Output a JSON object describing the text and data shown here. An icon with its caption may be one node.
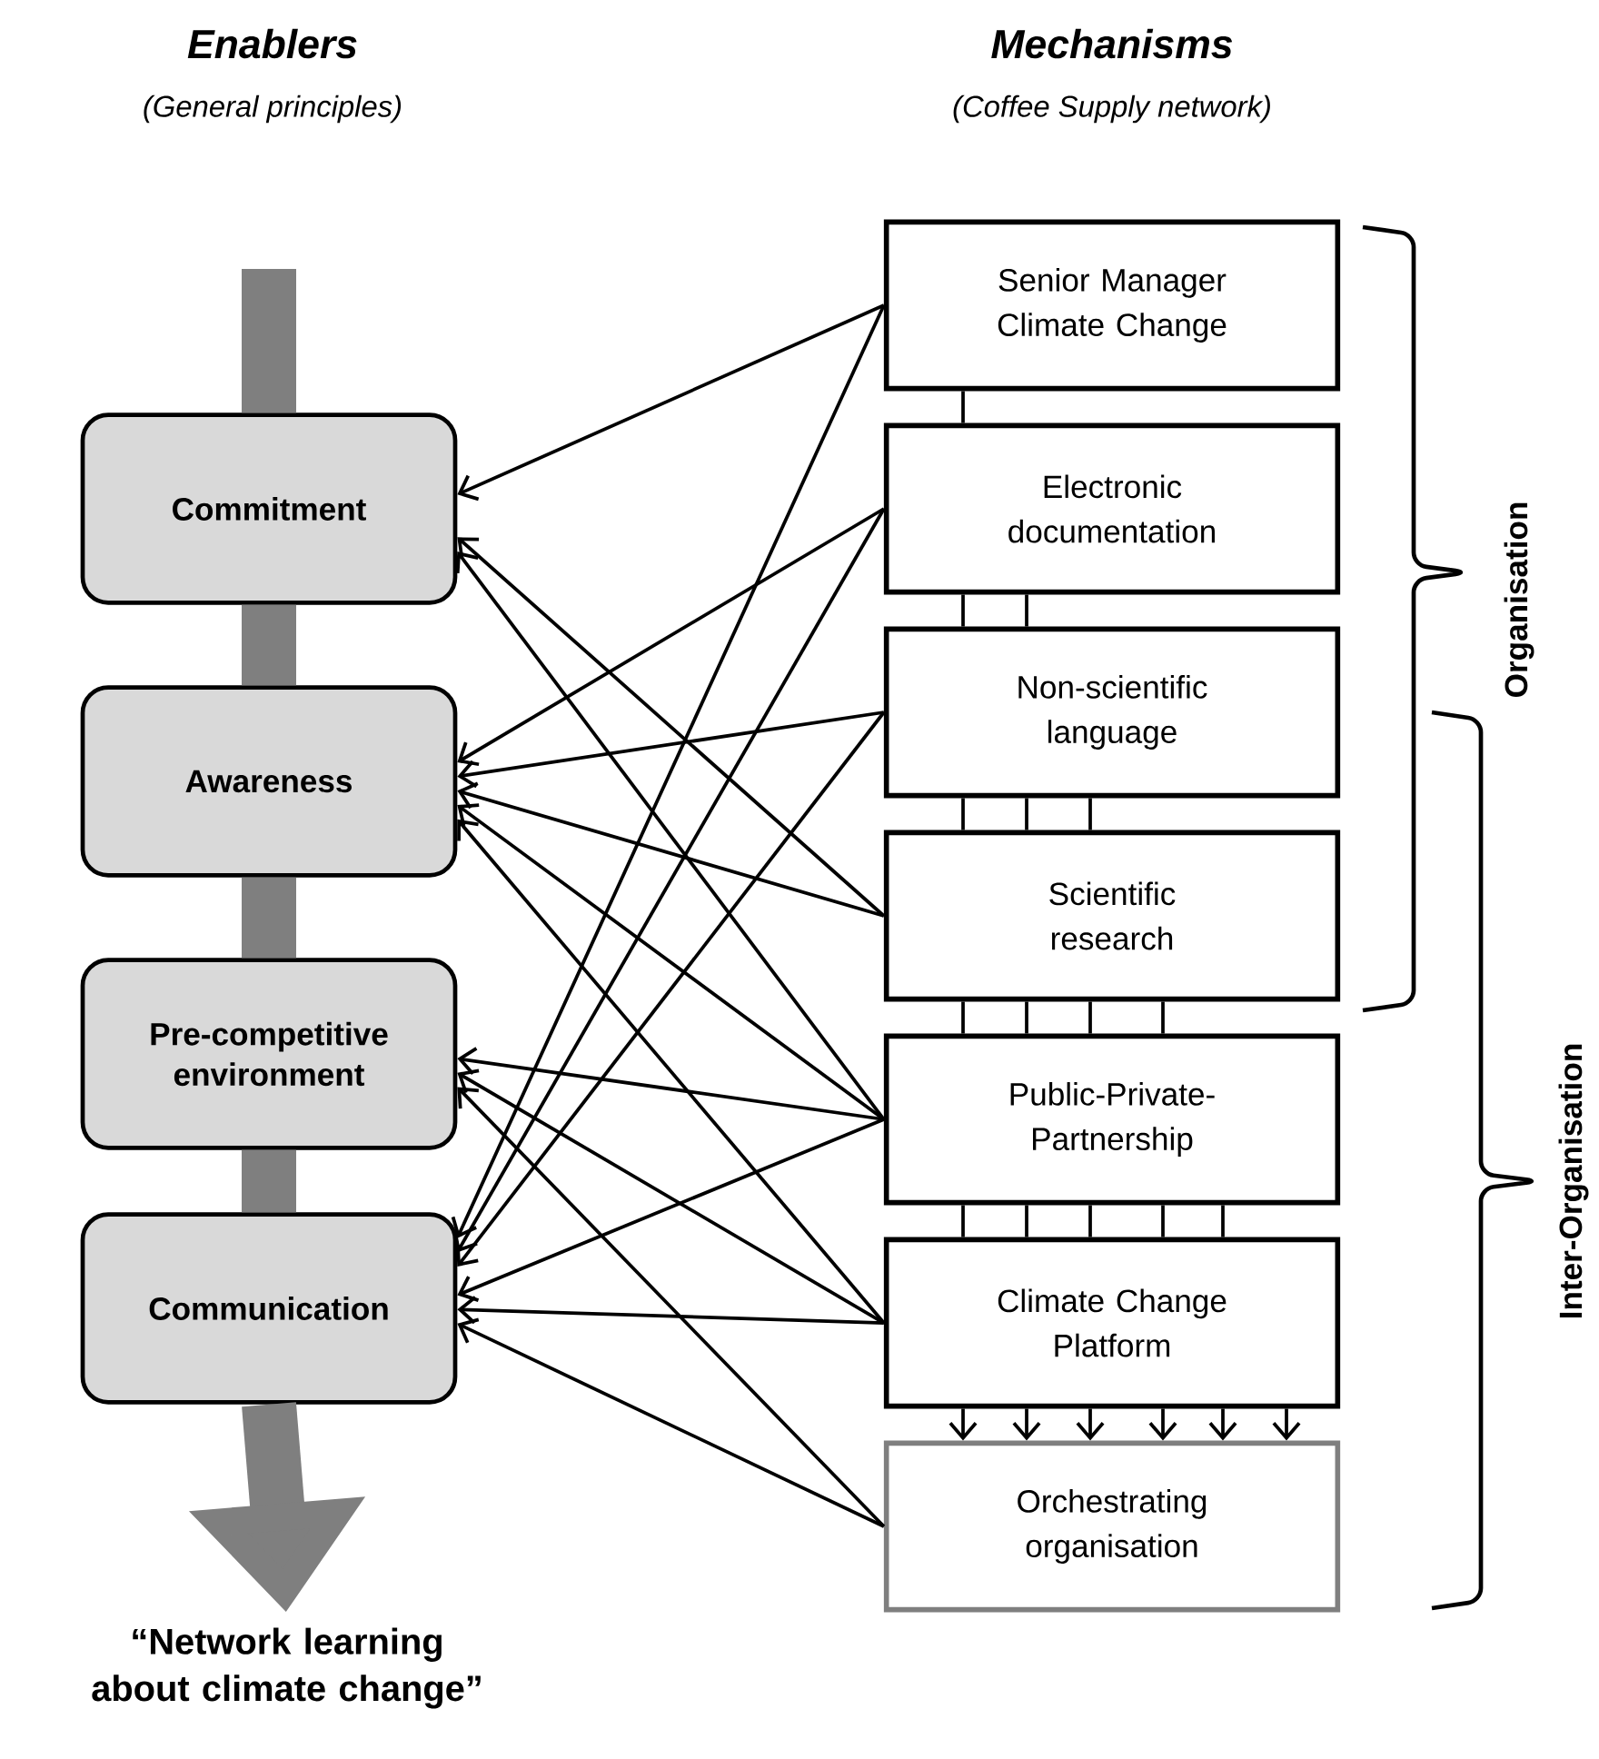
{
  "diagram": {
    "nodes": [
      {
        "text": [
          "Commitment"
        ]
      },
      {
        "text": [
          "Awareness"
        ]
      },
      {
        "text": [
          "Pre-competitive environment"
        ]
      },
      {
        "text": [
          "Communication"
        ]
      },
      {
        "text": [
          "Senior Manager Climate Change"
        ]
      },
      {
        "text": [
          "Electronic documentation"
        ]
      },
      {
        "text": [
          "Non-scientific language"
        ]
      },
      {
        "text": [
          "Scientific research"
        ]
      },
      {
        "text": [
          "Public-Private-Partnership"
        ]
      },
      {
        "text": [
          "Climate Change Platform"
        ]
      },
      {
        "text": [
          "Orchestrating organisation"
        ]
      },
      {
        "text": [
          "“Network learning about climate change”"
        ]
      }
    ],
    "edges": [
      {
        "from": null,
        "to": 0,
        "arrow": "none",
        "style": "thick",
        "color": "#7f7f7f"
      },
      {
        "from": 0,
        "to": 1,
        "arrow": "none",
        "style": "thick",
        "color": "#7f7f7f"
      },
      {
        "from": 1,
        "to": 2,
        "arrow": "none",
        "style": "thick",
        "color": "#7f7f7f"
      },
      {
        "from": 2,
        "to": 3,
        "arrow": "none",
        "style": "thick",
        "color": "#7f7f7f"
      },
      {
        "from": 3,
        "to": 11,
        "arrow": "to",
        "style": "thick",
        "color": "#7f7f7f"
      },
      {
        "from": 4,
        "to": 0,
        "arrow": "to"
      },
      {
        "from": 4,
        "to": 3,
        "arrow": "to"
      },
      {
        "from": 5,
        "to": 1,
        "arrow": "to"
      },
      {
        "from": 5,
        "to": 3,
        "arrow": "to"
      },
      {
        "from": 6,
        "to": 1,
        "arrow": "to"
      },
      {
        "from": 6,
        "to": 3,
        "arrow": "to"
      },
      {
        "from": 7,
        "to": 0,
        "arrow": "to"
      },
      {
        "from": 7,
        "to": 1,
        "arrow": "to"
      },
      {
        "from": 8,
        "to": 0,
        "arrow": "to"
      },
      {
        "from": 8,
        "to": 1,
        "arrow": "to"
      },
      {
        "from": 8,
        "to": 2,
        "arrow": "to"
      },
      {
        "from": 8,
        "to": 3,
        "arrow": "to"
      },
      {
        "from": 9,
        "to": 1,
        "arrow": "to"
      },
      {
        "from": 9,
        "to": 2,
        "arrow": "to"
      },
      {
        "from": 9,
        "to": 3,
        "arrow": "to"
      },
      {
        "from": 10,
        "to": 2,
        "arrow": "to"
      },
      {
        "from": 10,
        "to": 3,
        "arrow": "to"
      },
      {
        "from": 4,
        "to": 5,
        "arrow": "none"
      },
      {
        "from": 5,
        "to": 6,
        "arrow": "none"
      },
      {
        "from": 5,
        "to": 6,
        "arrow": "none"
      },
      {
        "from": 6,
        "to": 7,
        "arrow": "none"
      },
      {
        "from": 6,
        "to": 7,
        "arrow": "none"
      },
      {
        "from": 6,
        "to": 7,
        "arrow": "none"
      },
      {
        "from": 7,
        "to": 8,
        "arrow": "none"
      },
      {
        "from": 7,
        "to": 8,
        "arrow": "none"
      },
      {
        "from": 7,
        "to": 8,
        "arrow": "none"
      },
      {
        "from": 7,
        "to": 8,
        "arrow": "none"
      },
      {
        "from": 8,
        "to": 9,
        "arrow": "none"
      },
      {
        "from": 8,
        "to": 9,
        "arrow": "none"
      },
      {
        "from": 8,
        "to": 9,
        "arrow": "none"
      },
      {
        "from": 8,
        "to": 9,
        "arrow": "none"
      },
      {
        "from": 8,
        "to": 9,
        "arrow": "none"
      },
      {
        "from": 9,
        "to": 10,
        "arrow": "to"
      },
      {
        "from": 9,
        "to": 10,
        "arrow": "to"
      },
      {
        "from": 9,
        "to": 10,
        "arrow": "to"
      },
      {
        "from": 9,
        "to": 10,
        "arrow": "to"
      },
      {
        "from": 9,
        "to": 10,
        "arrow": "to"
      },
      {
        "from": 9,
        "to": 10,
        "arrow": "to"
      }
    ],
    "labels": [
      "Enablers",
      "(General principles)",
      "Mechanisms",
      "(Coffee Supply network)",
      "Organisation",
      "Inter-Organisation"
    ]
  }
}
